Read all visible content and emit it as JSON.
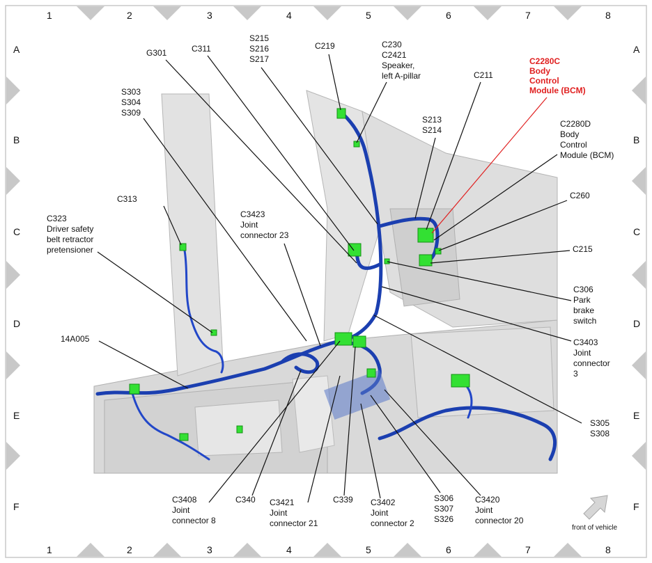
{
  "grid": {
    "columns": [
      "1",
      "2",
      "3",
      "4",
      "5",
      "6",
      "7",
      "8"
    ],
    "rows": [
      "A",
      "B",
      "C",
      "D",
      "E",
      "F"
    ]
  },
  "labels": {
    "g301": "G301",
    "c311": "C311",
    "s215": [
      "S215",
      "S216",
      "S217"
    ],
    "c219": "C219",
    "c230": [
      "C230",
      "C2421",
      "Speaker,",
      "left A-pillar"
    ],
    "c211": "C211",
    "c2280c": [
      "C2280C",
      "Body",
      "Control",
      "Module (BCM)"
    ],
    "s303": [
      "S303",
      "S304",
      "S309"
    ],
    "s213": [
      "S213",
      "S214"
    ],
    "c2280d": [
      "C2280D",
      "Body",
      "Control",
      "Module (BCM)"
    ],
    "c313": "C313",
    "c260": "C260",
    "c323": [
      "C323",
      "Driver safety",
      "belt retractor",
      "pretensioner"
    ],
    "c3423": [
      "C3423",
      "Joint",
      "connector 23"
    ],
    "c215": "C215",
    "c306": [
      "C306",
      "Park",
      "brake",
      "switch"
    ],
    "c3403": [
      "C3403",
      "Joint",
      "connector",
      "3"
    ],
    "a14a005": "14A005",
    "s305": [
      "S305",
      "S308"
    ],
    "c3408": [
      "C3408",
      "Joint",
      "connector 8"
    ],
    "c340": "C340",
    "c3421": [
      "C3421",
      "Joint",
      "connector 21"
    ],
    "c339": "C339",
    "c3402": [
      "C3402",
      "Joint",
      "connector 2"
    ],
    "s306": [
      "S306",
      "S307",
      "S326"
    ],
    "c3420": [
      "C3420",
      "Joint",
      "connector 20"
    ],
    "front": "front of vehicle"
  },
  "colors": {
    "highlight": "#e02020",
    "harness": "#1b3fb0",
    "connector": "#33e033",
    "body": "#dcdcdc"
  },
  "icons": {
    "front_arrow": "arrow-up-right-icon"
  }
}
